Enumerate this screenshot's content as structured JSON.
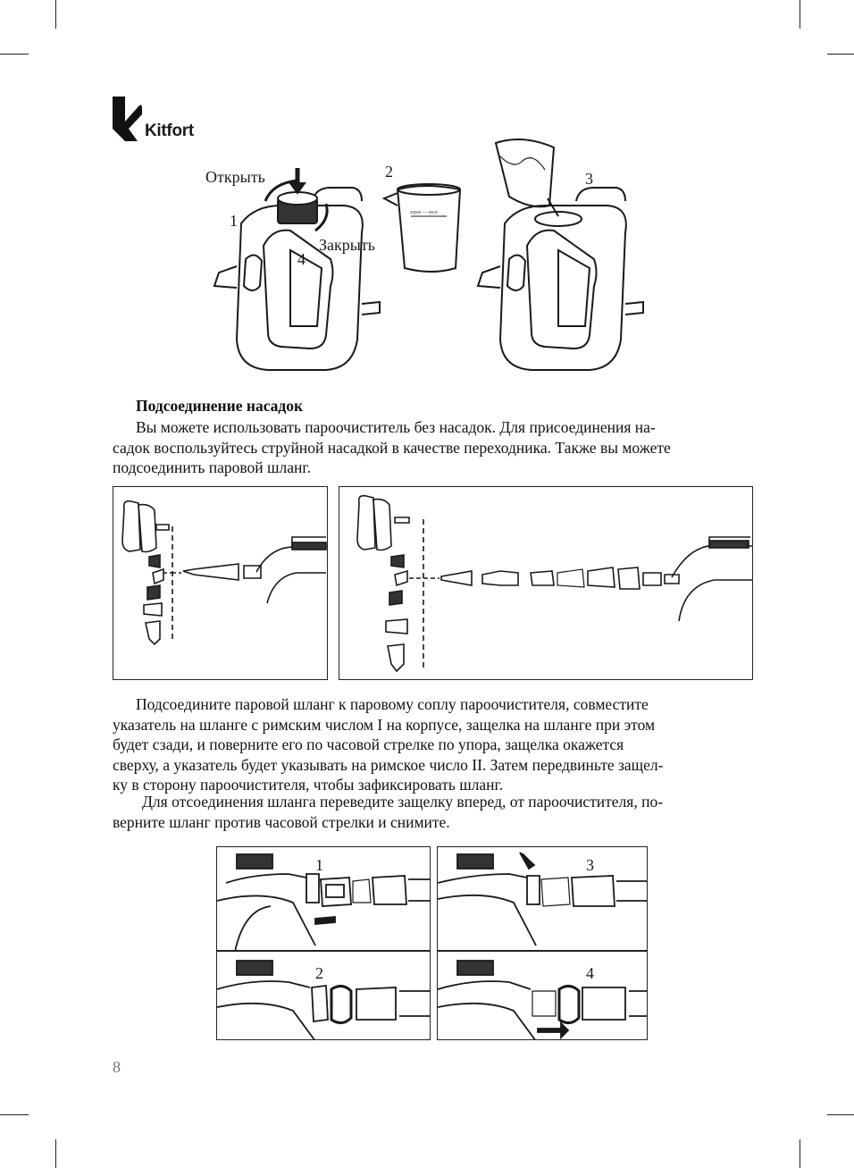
{
  "brand": {
    "name": "Kitfort"
  },
  "top_figure": {
    "open_label": "Открыть",
    "close_label": "Закрыть",
    "num1": "1",
    "num2": "2",
    "num3": "3",
    "num4": "4",
    "cup_marking": "220ml ── MAX"
  },
  "section": {
    "heading": "Подсоединение насадок",
    "paragraph1": [
      "Вы можете использовать пароочиститель без насадок. Для присоединения на-",
      "садок воспользуйтесь струйной насадкой в качестве переходника. Также вы можете",
      "подсоединить паровой шланг."
    ],
    "paragraph2": [
      "Подсоедините паровой шланг к паровому соплу пароочистителя, совместите",
      "указатель на шланге с римским числом I на корпусе, защелка на шланге при этом",
      "будет сзади, и поверните его по часовой стрелке по упора, защелка окажется",
      "сверху, а указатель будет указывать на римское число II. Затем передвиньте защел-",
      "ку в сторону пароочистителя, чтобы зафиксировать шланг."
    ],
    "paragraph3": [
      "Для отсоединения шланга переведите защелку вперед, от пароочистителя, по-",
      "верните шланг против часовой стрелки и снимите."
    ]
  },
  "hose_steps": {
    "s1": "1",
    "s2": "2",
    "s3": "3",
    "s4": "4"
  },
  "page_number": "8"
}
